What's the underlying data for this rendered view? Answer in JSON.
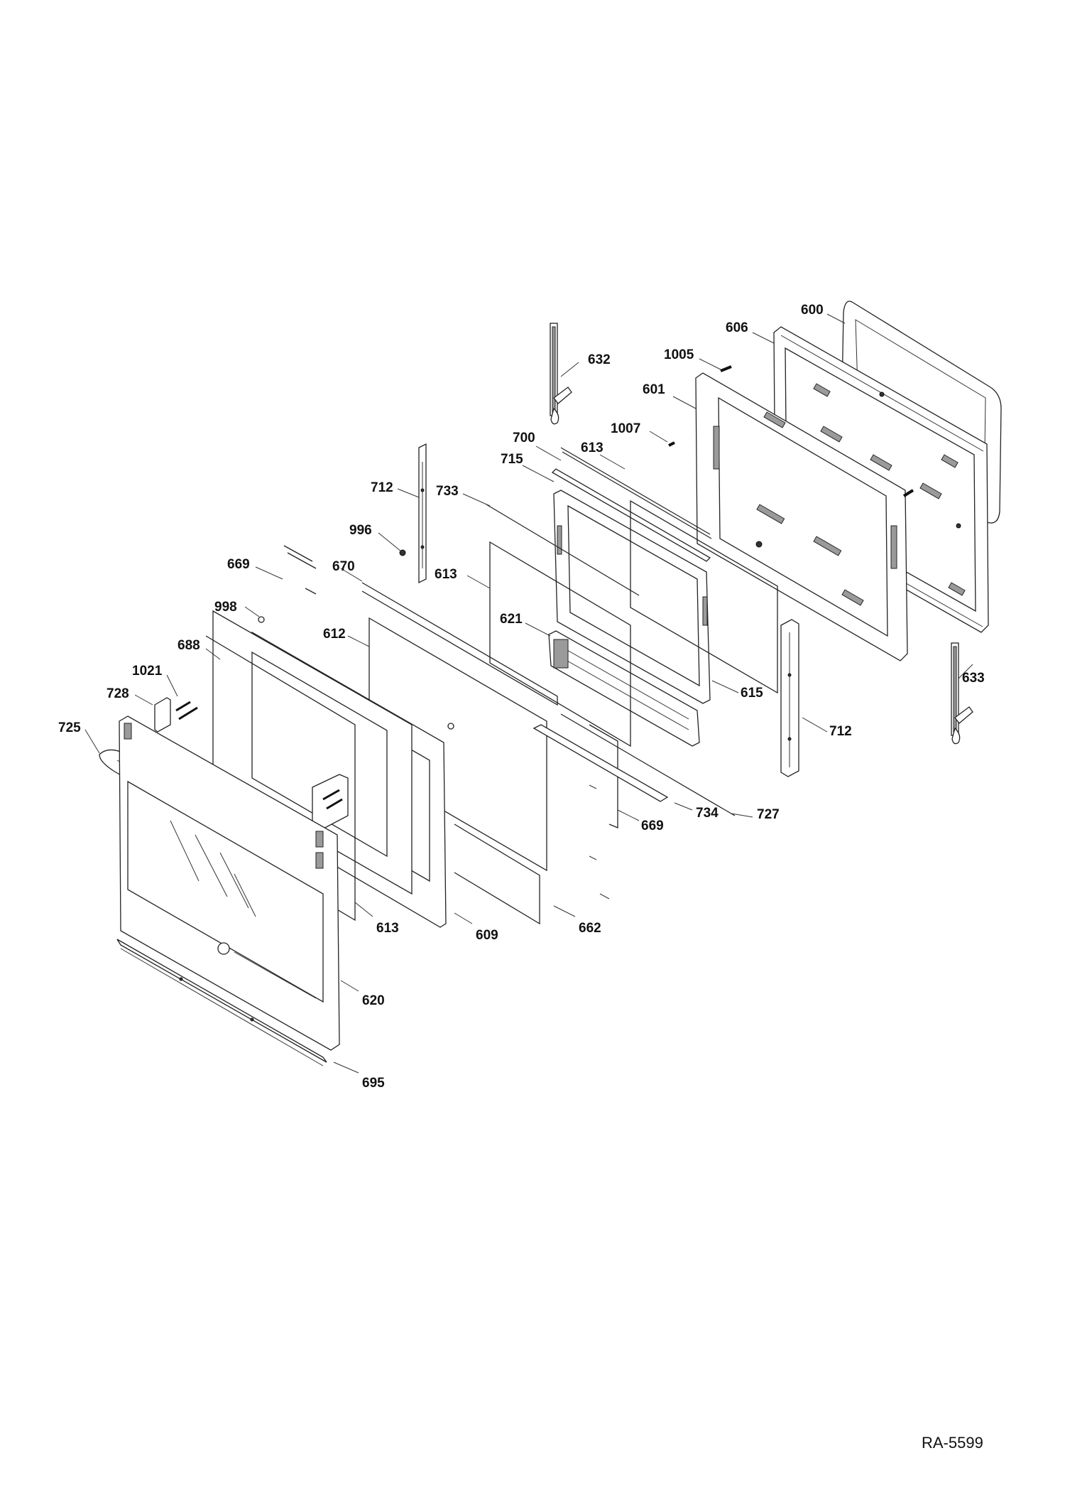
{
  "diagram": {
    "drawing_code": "RA-5599",
    "callouts": [
      "600",
      "606",
      "1005",
      "632",
      "601",
      "1007",
      "700",
      "613",
      "715",
      "712",
      "733",
      "996",
      "669",
      "670",
      "613",
      "998",
      "621",
      "612",
      "688",
      "615",
      "1021",
      "728",
      "725",
      "712",
      "633",
      "734",
      "727",
      "669",
      "613",
      "609",
      "662",
      "620",
      "695"
    ]
  }
}
